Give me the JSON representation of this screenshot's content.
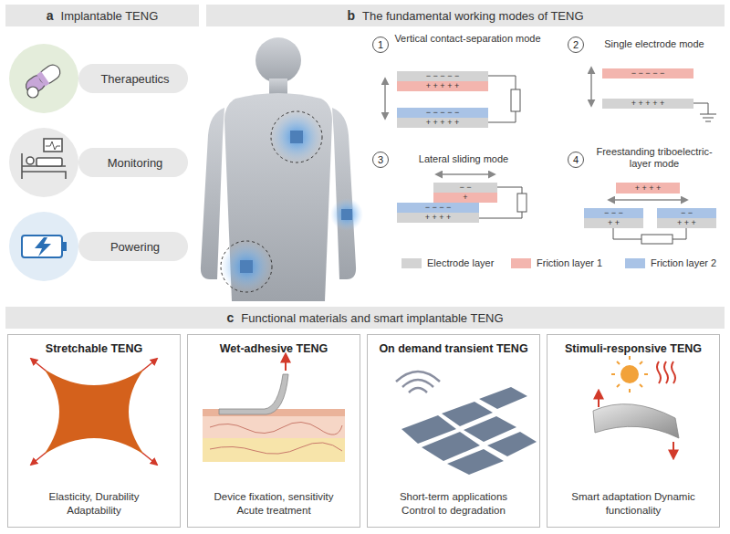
{
  "diagram": {
    "nodes": [
      {
        "text": [
          "a",
          "Implantable TENG"
        ]
      },
      {
        "text": [
          "Therapeutics"
        ]
      },
      {
        "text": [
          "Monitoring"
        ]
      },
      {
        "text": [
          "Powering"
        ]
      },
      {
        "text": [
          "b",
          "The fundamental working modes of TENG"
        ]
      },
      {
        "text": [
          "1"
        ]
      },
      {
        "text": [
          "2"
        ]
      },
      {
        "text": [
          "3"
        ]
      },
      {
        "text": [
          "4"
        ]
      },
      {
        "text": [
          "c",
          "Functional materials and smart implantable TENG"
        ]
      },
      {
        "text": [
          "Stretchable TENG",
          "Elasticity, Durability Adaptability"
        ]
      },
      {
        "text": [
          "Wet-adhesive TENG",
          "Device fixation, sensitivity Acute treatment"
        ]
      },
      {
        "text": [
          "On demand transient TENG",
          "Short-term applications Control to degradation"
        ]
      },
      {
        "text": [
          "Stimuli-responsive TENG",
          "Smart adaptation Dynamic functionality"
        ]
      }
    ],
    "labels": [
      "Vertical contact-separation mode",
      "− − − − −",
      "+ + + + +",
      "− − − − −",
      "+ + + + +",
      "Single electrode mode",
      "− − − − −",
      "+ + + + +",
      "Lateral sliding mode",
      "− −",
      "+",
      "− − − −",
      "+ + + +",
      "Freestanding triboelectric-layer mode",
      "+ + + +",
      "− − −",
      "+ +",
      "− −",
      "+ + +"
    ],
    "legend": [
      {
        "text": "Electrode layer",
        "color": "#d3d3d3"
      },
      {
        "text": "Friction layer 1",
        "color": "#f3b5ae"
      },
      {
        "text": "Friction layer 2",
        "color": "#a9c3e6"
      }
    ]
  }
}
